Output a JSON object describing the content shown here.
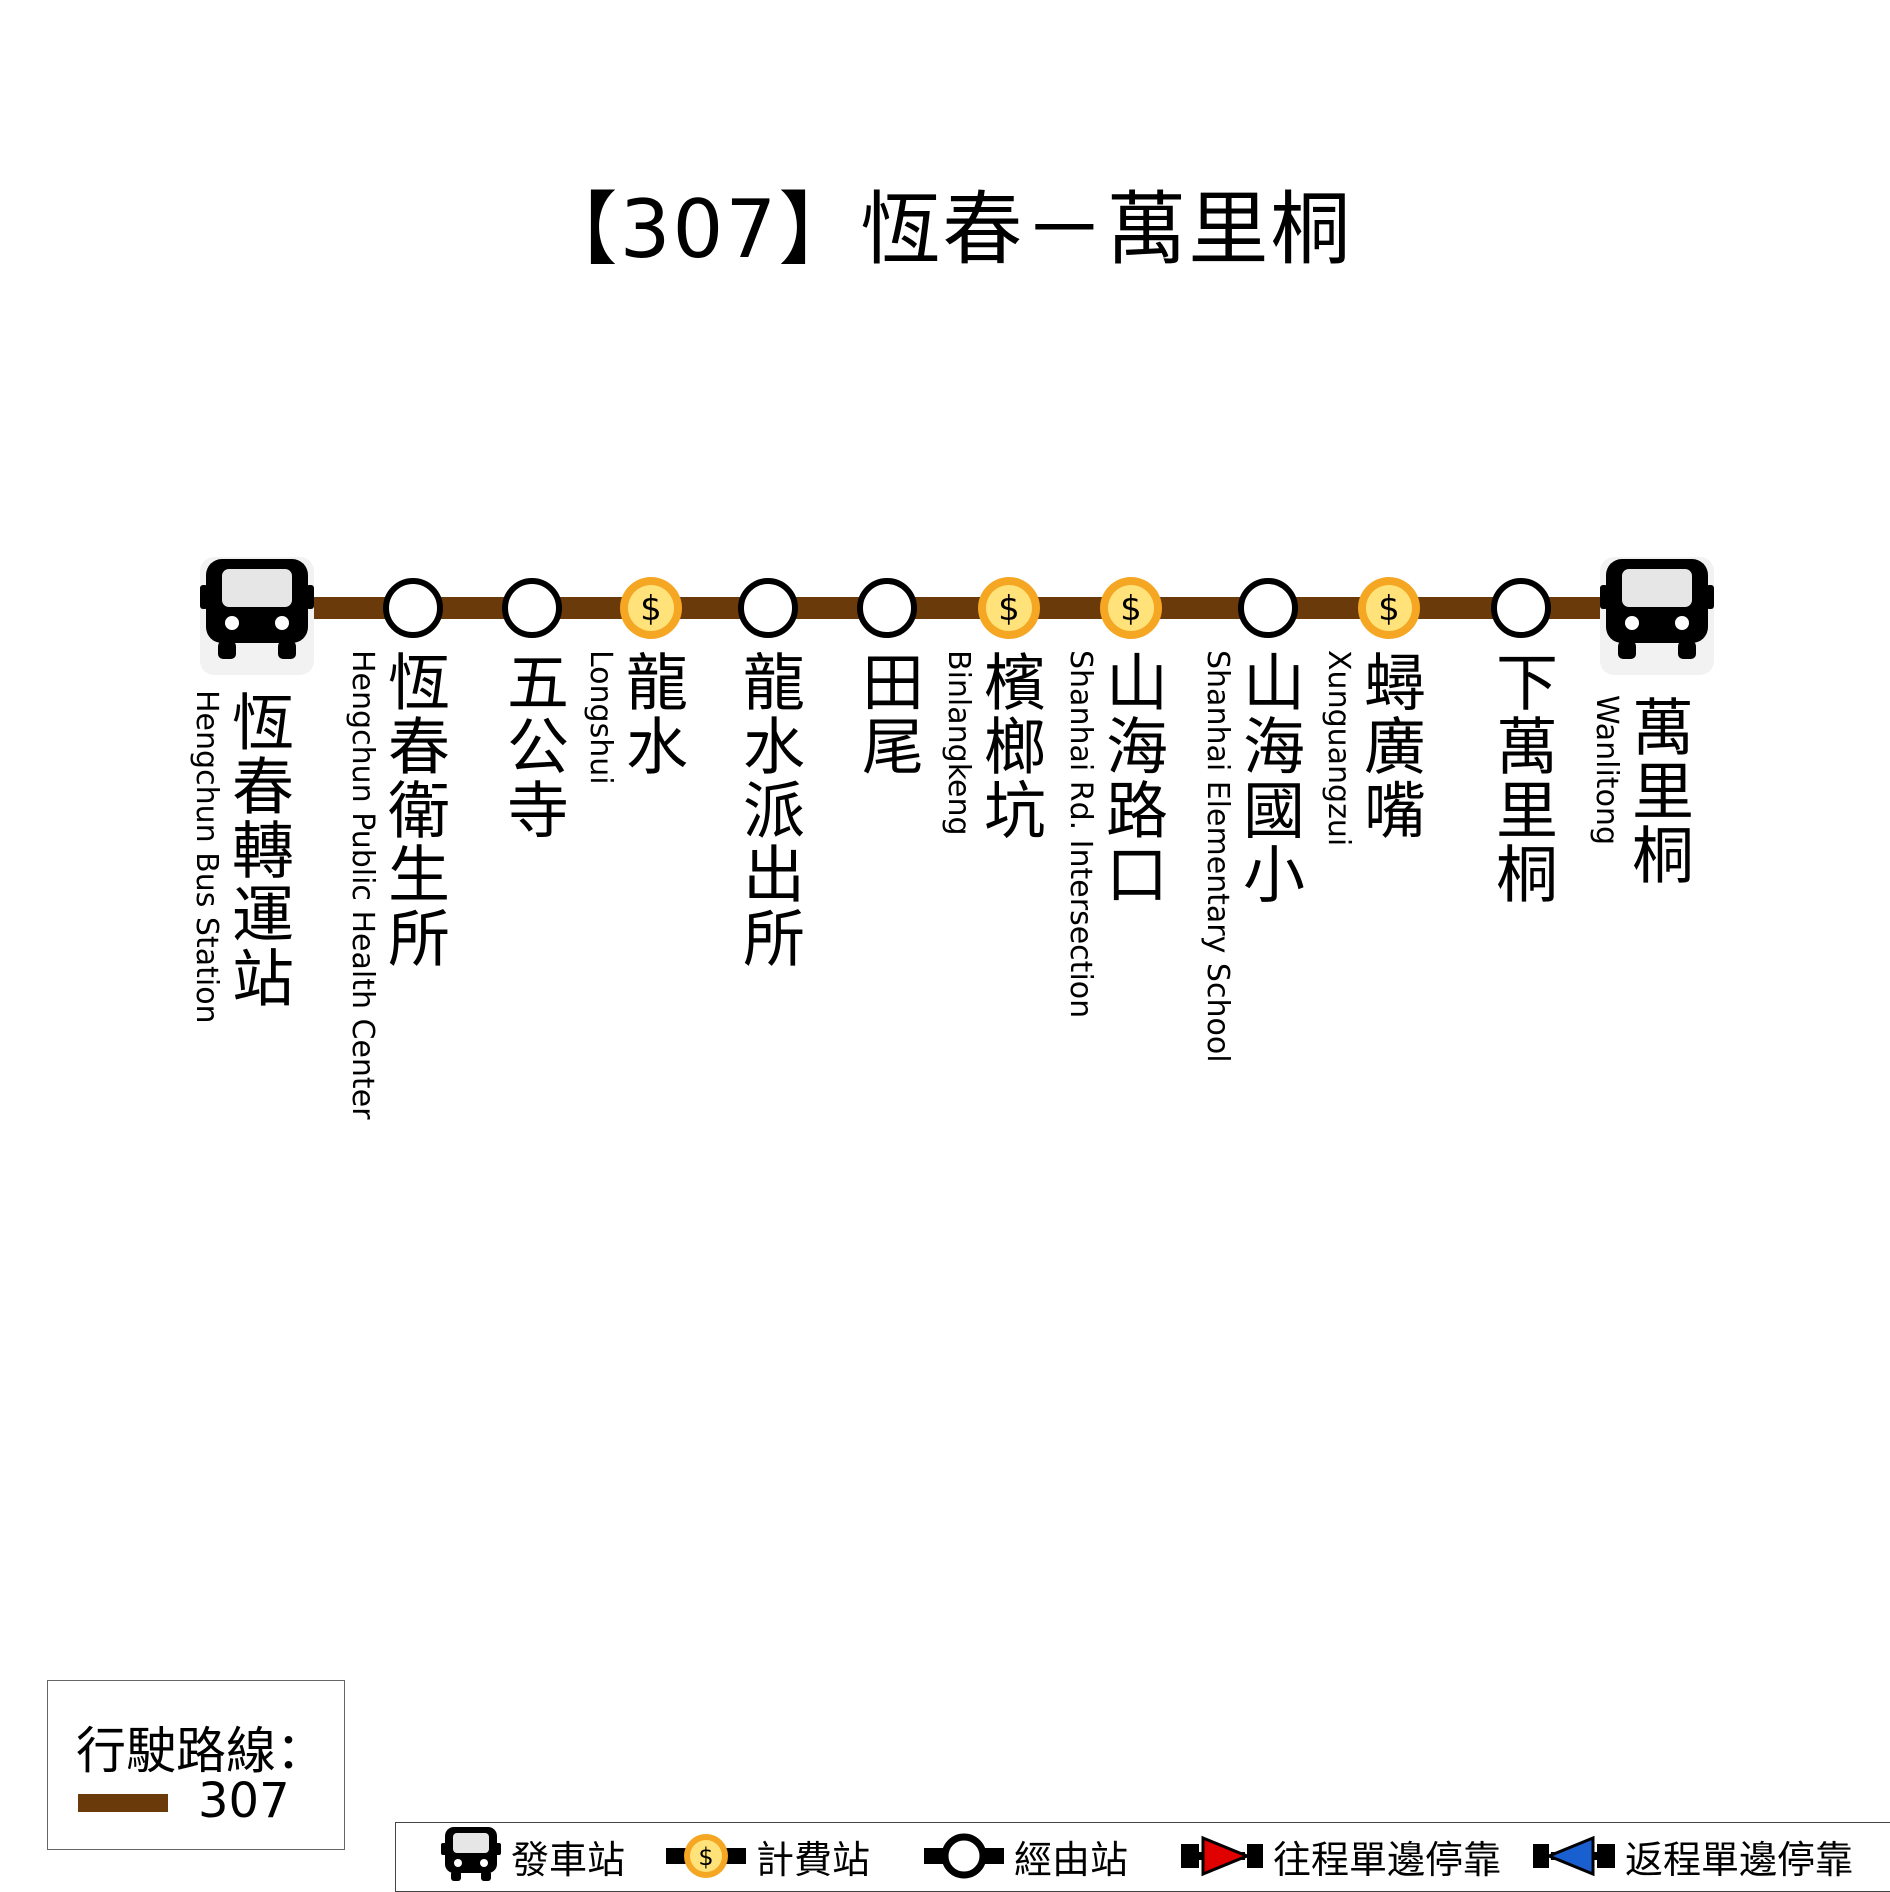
{
  "title": "【307】恆春－萬里桐",
  "colors": {
    "route_line": "#6b3a0a",
    "fare_stop": "#f5a623",
    "terminal": "#000000"
  },
  "stops": [
    {
      "zh": "恆春轉運站",
      "en": "Hengchun Bus Station",
      "type": "terminal"
    },
    {
      "zh": "恆春衛生所",
      "en": "Hengchun Public Health Center",
      "type": "via"
    },
    {
      "zh": "五公寺",
      "en": "",
      "type": "via"
    },
    {
      "zh": "龍水",
      "en": "Longshui",
      "type": "fare"
    },
    {
      "zh": "龍水派出所",
      "en": "",
      "type": "via"
    },
    {
      "zh": "田尾",
      "en": "",
      "type": "via"
    },
    {
      "zh": "檳榔坑",
      "en": "Binlangkeng",
      "type": "fare"
    },
    {
      "zh": "山海路口",
      "en": "Shanhai Rd. Intersection",
      "type": "fare"
    },
    {
      "zh": "山海國小",
      "en": "Shanhai Elementary School",
      "type": "via"
    },
    {
      "zh": "蟳廣嘴",
      "en": "Xunguangzui",
      "type": "fare"
    },
    {
      "zh": "下萬里桐",
      "en": "",
      "type": "via"
    },
    {
      "zh": "萬里桐",
      "en": "Wanlitong",
      "type": "terminal"
    }
  ],
  "legend": {
    "route_label": "行駛路線：",
    "route_number": "307",
    "items": [
      {
        "icon": "bus-icon",
        "label": "發車站"
      },
      {
        "icon": "fare-stop-icon",
        "label": "計費站"
      },
      {
        "icon": "via-stop-icon",
        "label": "經由站"
      },
      {
        "icon": "outbound-arrow-icon",
        "label": "往程單邊停靠"
      },
      {
        "icon": "return-arrow-icon",
        "label": "返程單邊停靠"
      }
    ]
  }
}
